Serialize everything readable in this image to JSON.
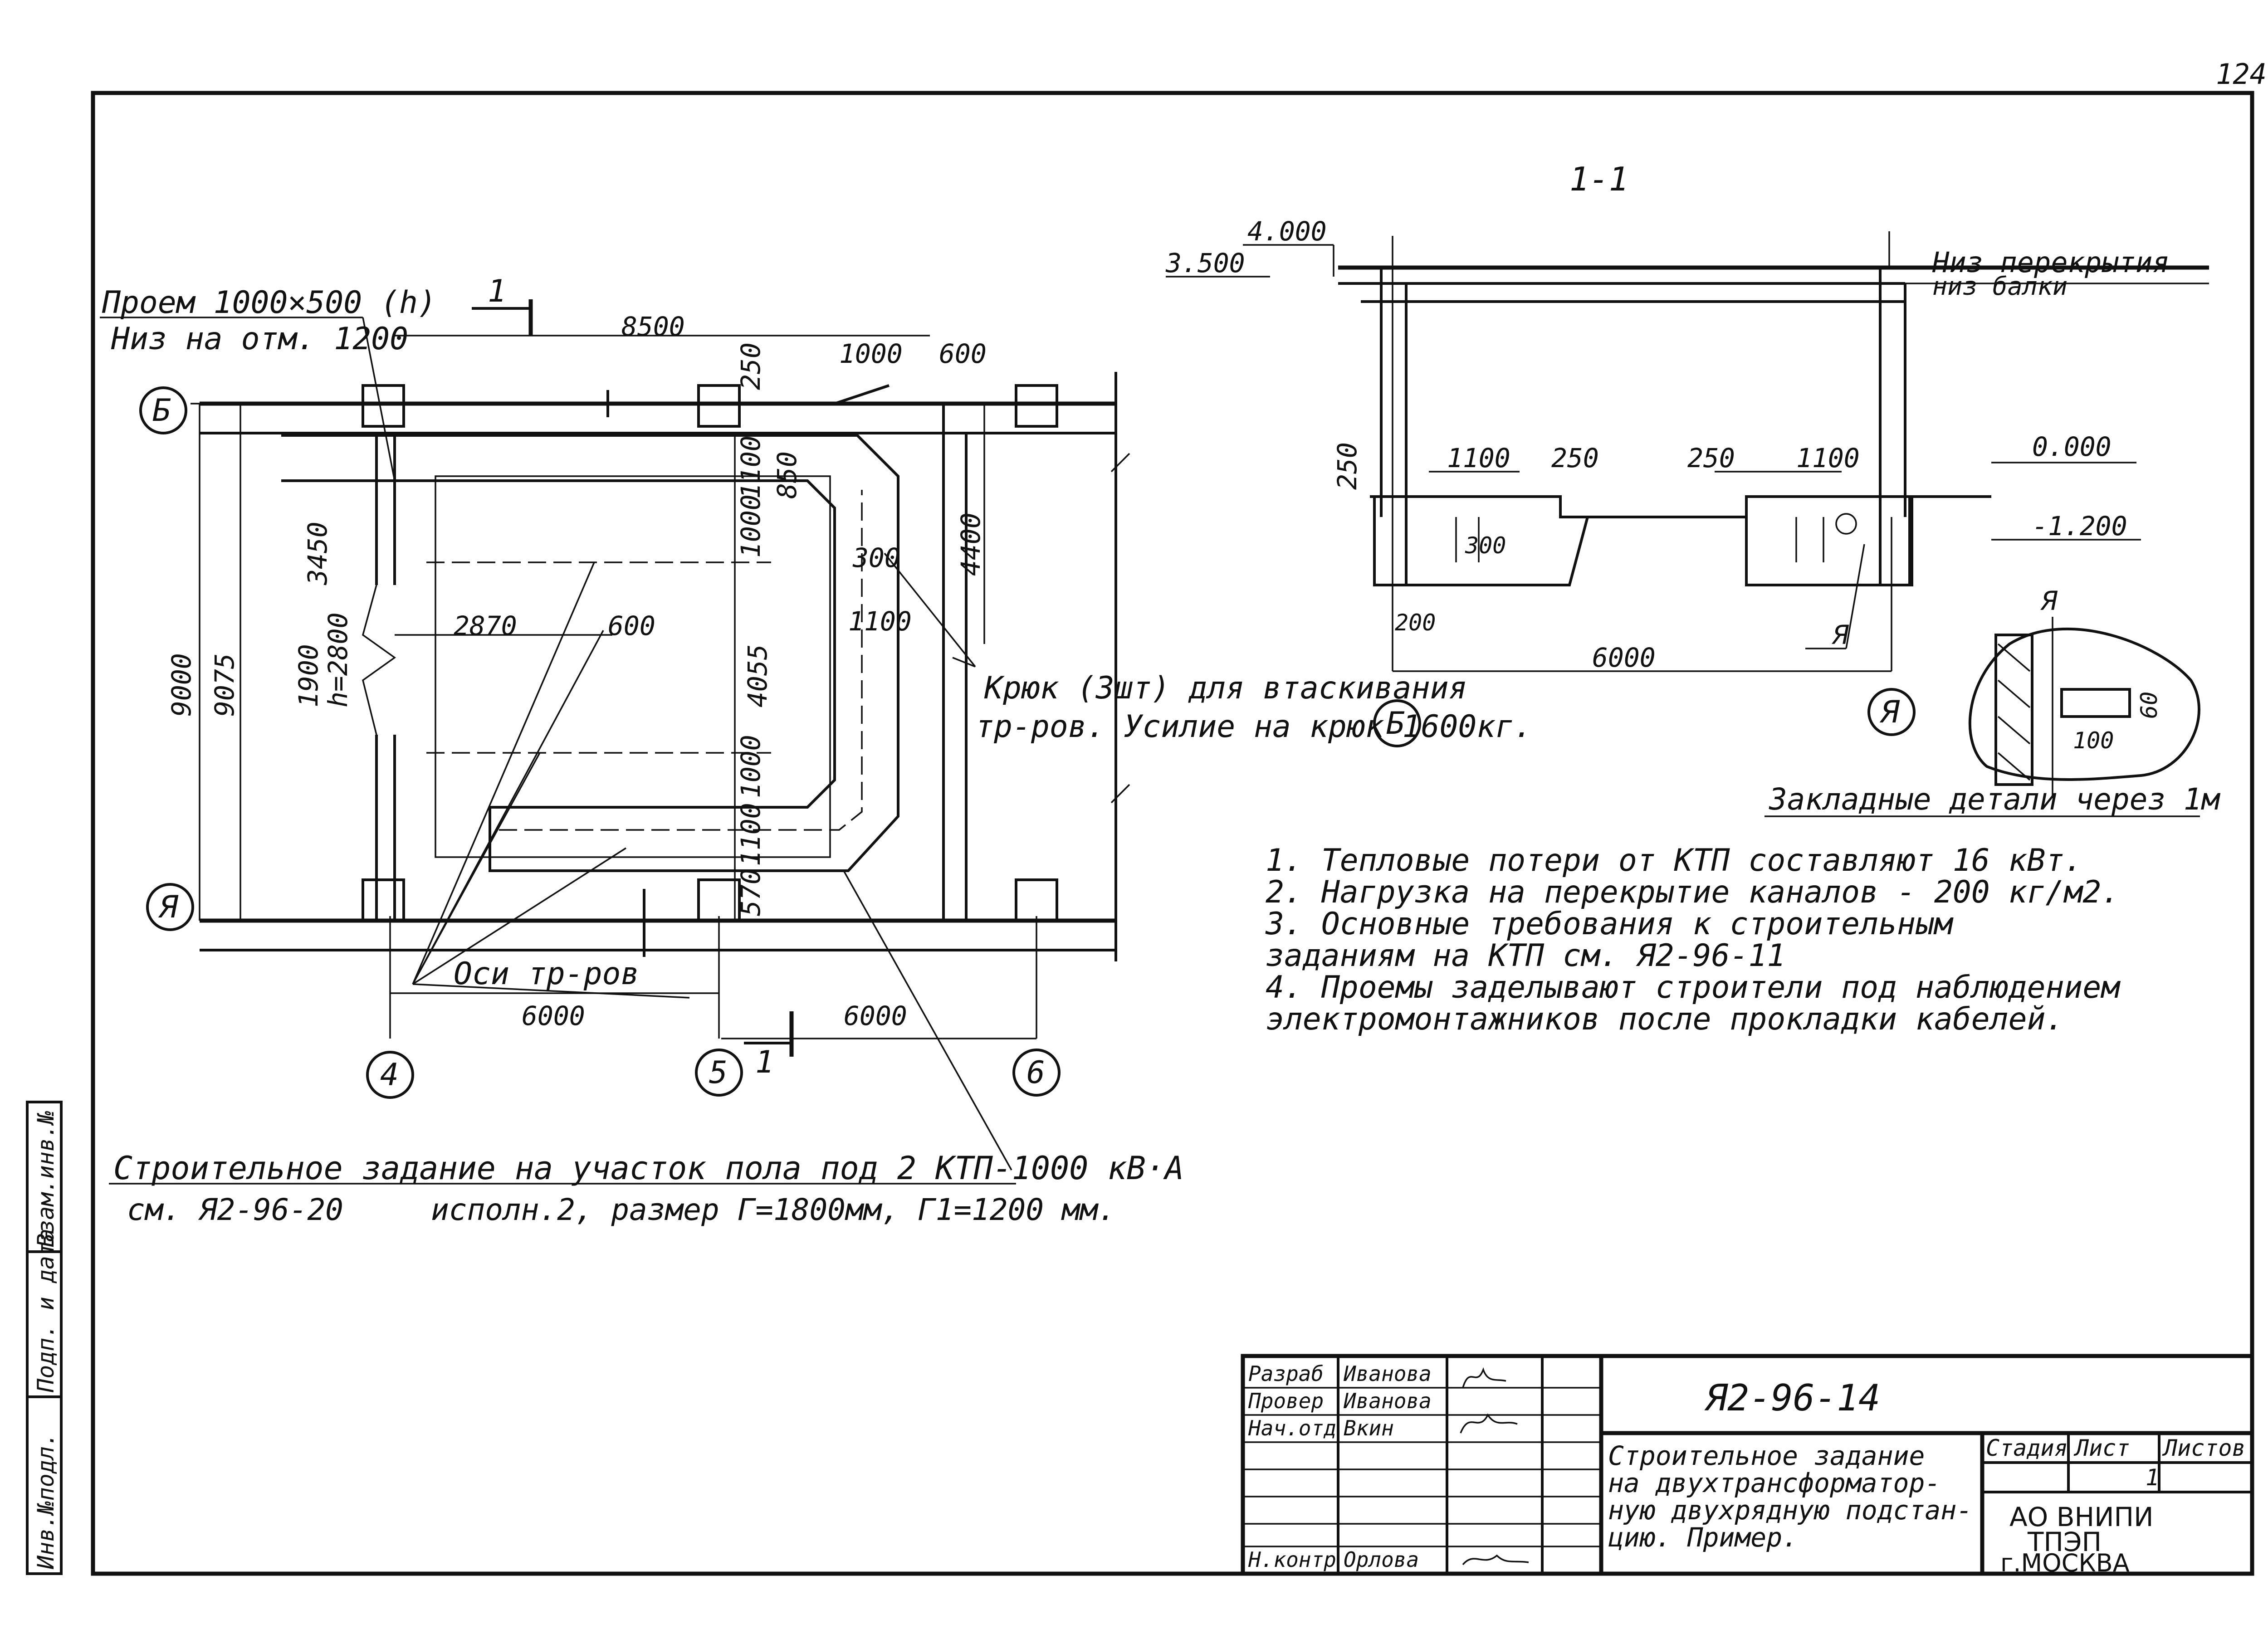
{
  "sheet_number": "124",
  "section_mark": "1-1",
  "plan": {
    "opening_note_line1": "Проем 1000×500 (h)",
    "opening_note_line2": "Низ на отм. 1200",
    "cut_mark": "1",
    "axis_labels": [
      "Б",
      "Я",
      "4",
      "5",
      "6"
    ],
    "dims": {
      "d8500": "8500",
      "d250": "250",
      "d1000a": "1000",
      "d600a": "600",
      "d1100": "1100",
      "d850": "850",
      "d1000b": "1000",
      "d300": "300",
      "d4400": "4400",
      "d1100b": "1100",
      "d3450": "3450",
      "d2870": "2870",
      "d600b": "600",
      "d4055": "4055",
      "d9000": "9000",
      "d9075": "9075",
      "d1900": "1900",
      "d_h2800": "h=2800",
      "d1000c": "1000",
      "d1100c": "1100",
      "d570": "570",
      "d6000a": "6000",
      "d6000b": "6000"
    },
    "pipe_axes_label": "Оси тр-ров",
    "hook_note_line1": "Крюк (3шт) для втаскивания",
    "hook_note_line2": "тр-ров. Усилие на крюк 1600кг.",
    "task_line1": "Строительное задание на участок пола под 2 КТП-1000 кВ·А",
    "task_line2a": "см. Я2-96-20",
    "task_line2b": "исполн.2, размер Г=1800мм, Г1=1200 мм."
  },
  "section": {
    "lvl_3500": "3.500",
    "lvl_4000": "4.000",
    "lvl_0000": "0.000",
    "lvl_m1200": "-1.200",
    "ceiling_label": "Низ перекрытия",
    "beam_label": "низ балки",
    "d250a": "250",
    "d1100a": "1100",
    "d250b": "250",
    "d250c": "250",
    "d1100b": "1100",
    "d300": "300",
    "d200": "200",
    "d6000": "6000",
    "axis_b": "Б",
    "axis_a": "Я",
    "detail_mark": "Я"
  },
  "detail": {
    "mark": "Я",
    "d100": "100",
    "d60": "60",
    "caption": "Закладные детали через 1м"
  },
  "notes": [
    "1. Тепловые потери от КТП составляют 16 кВт.",
    "2. Нагрузка на перекрытие каналов - 200 кг/м2.",
    "3. Основные требования к строительным",
    "   заданиям на КТП см. Я2-96-11",
    "4. Проемы заделывают строители под наблюдением",
    "   электромонтажников после прокладки кабелей."
  ],
  "left_strip": [
    "Инв.№подл.",
    "Подп. и дата",
    "Взам.инв.№"
  ],
  "title_block": {
    "rows": [
      {
        "role": "Разраб",
        "name": "Иванова"
      },
      {
        "role": "Провер",
        "name": "Иванова"
      },
      {
        "role": "Нач.отд",
        "name": "Вкин"
      },
      {
        "role": "",
        "name": ""
      },
      {
        "role": "",
        "name": ""
      },
      {
        "role": "",
        "name": ""
      },
      {
        "role": "Н.контр",
        "name": "Орлова"
      }
    ],
    "doc_code": "Я2-96-14",
    "desc_lines": [
      "Строительное задание",
      "на двухтрансформатор-",
      "ную двухрядную подстан-",
      "цию. Пример."
    ],
    "h_stage": "Стадия",
    "h_sheet": "Лист",
    "h_sheets": "Листов",
    "sheet_value": "1",
    "org_lines": [
      "АО ВНИПИ",
      "ТПЭП",
      "г.МОСКВА"
    ]
  }
}
